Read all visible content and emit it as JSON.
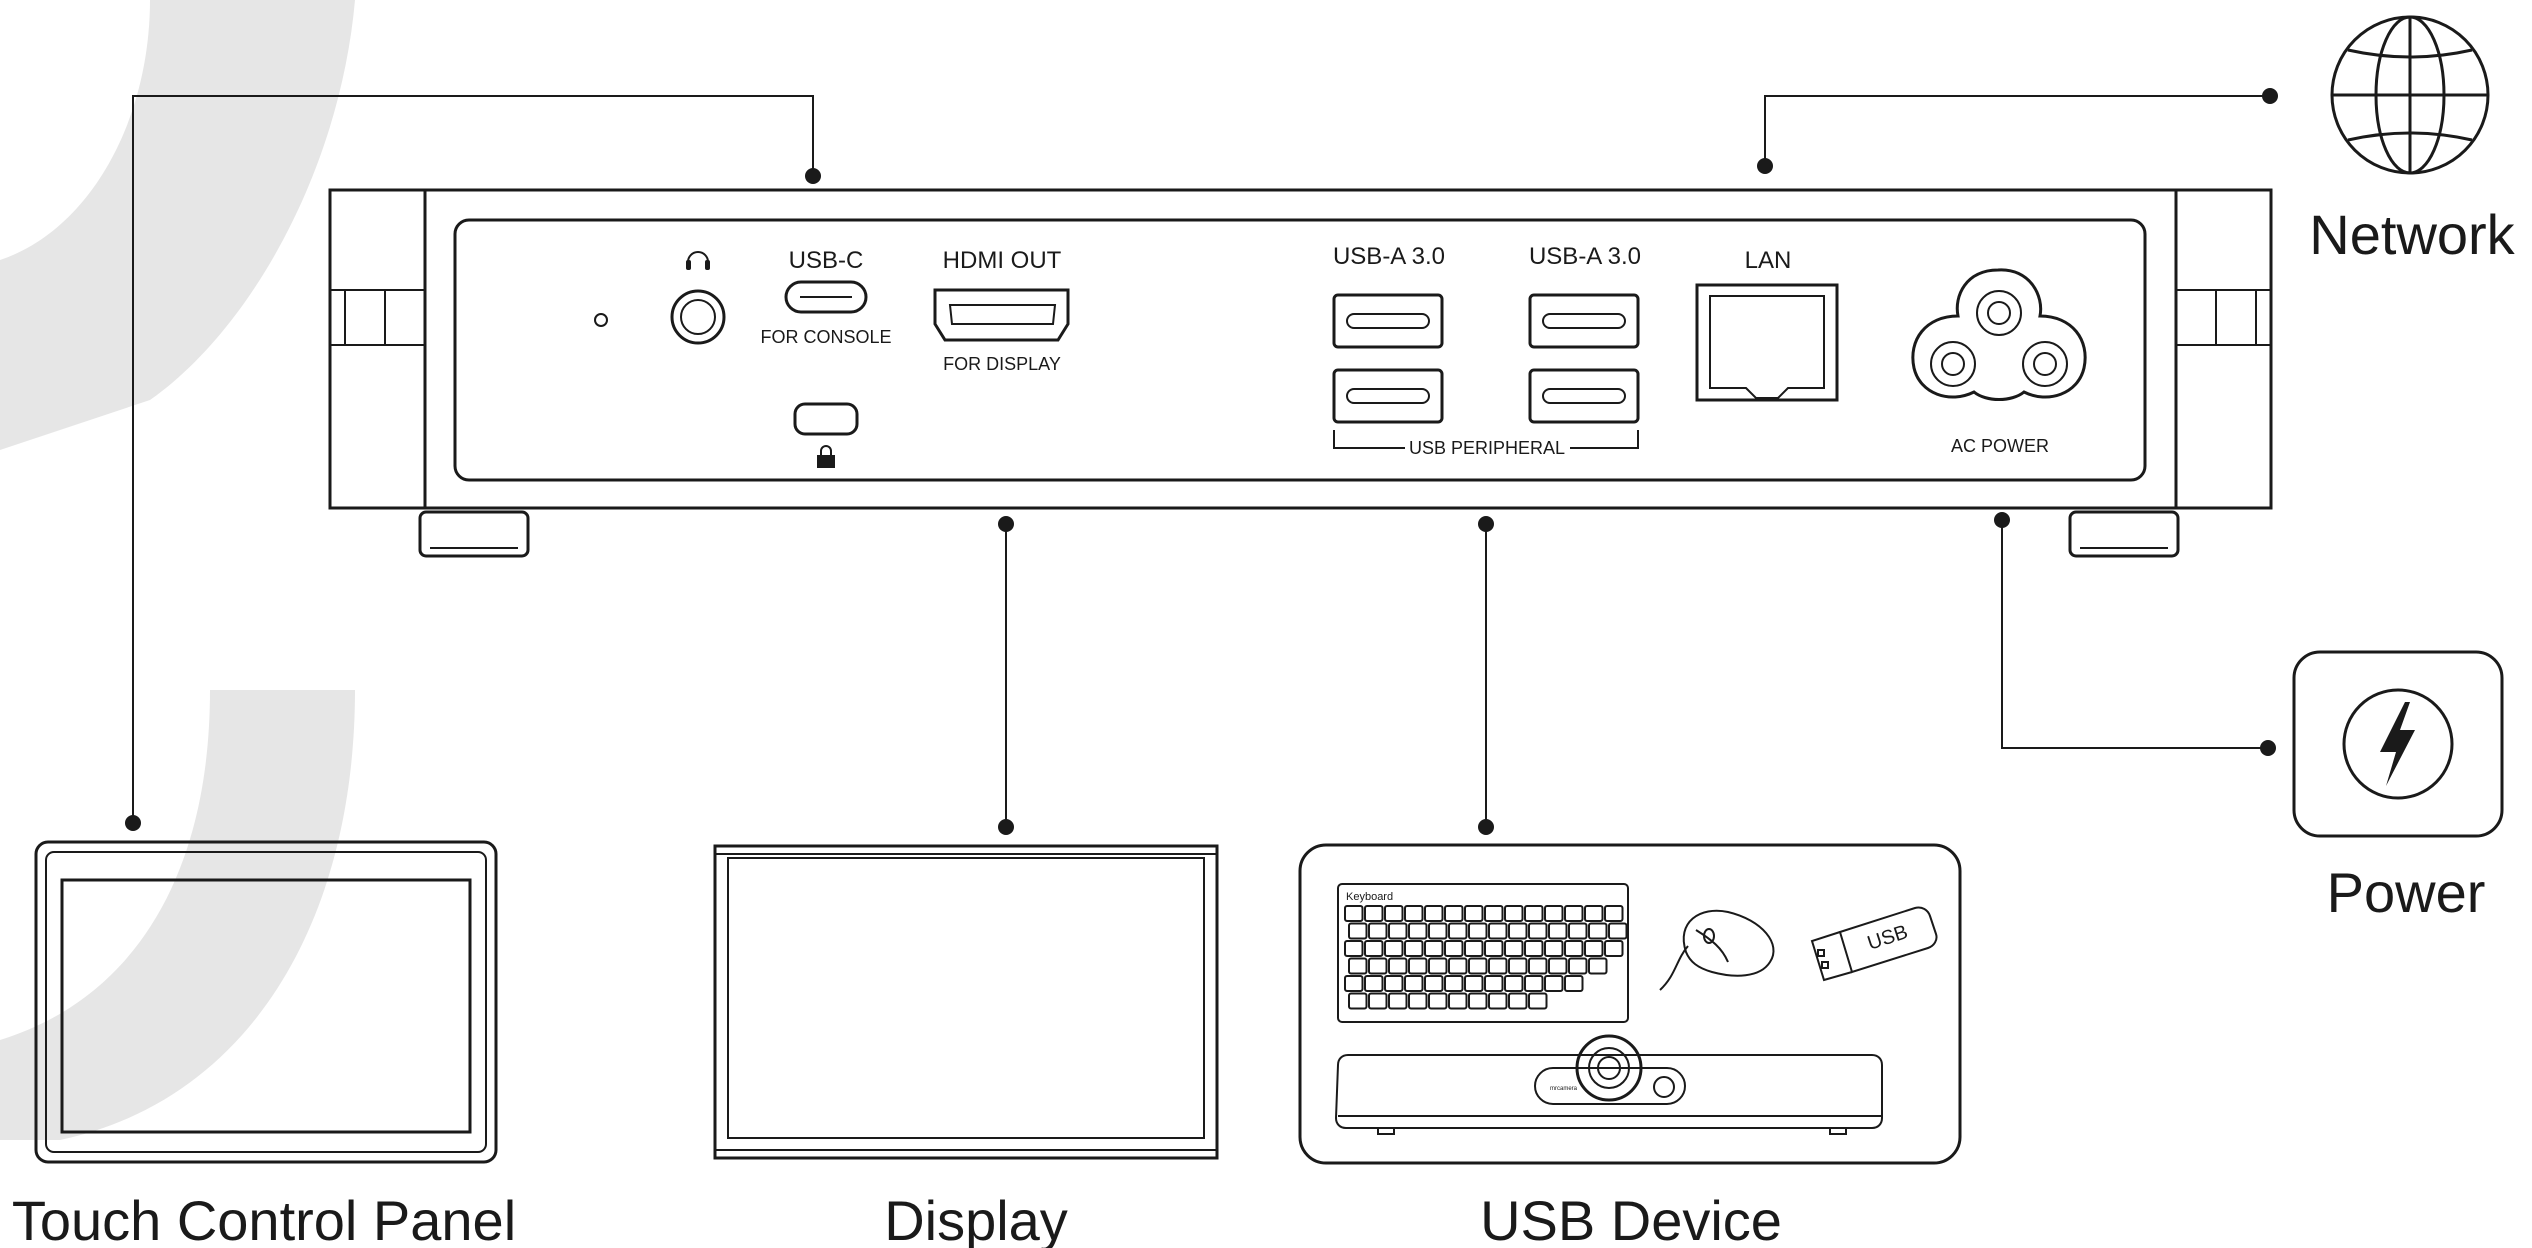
{
  "ports": {
    "usb_c": "USB-C",
    "usb_c_sub": "FOR CONSOLE",
    "hdmi": "HDMI OUT",
    "hdmi_sub": "FOR DISPLAY",
    "usb_a_1": "USB-A 3.0",
    "usb_a_2": "USB-A 3.0",
    "usb_group": "USB PERIPHERAL",
    "lan": "LAN",
    "ac": "AC POWER"
  },
  "devices": {
    "touch_panel": "Touch Control Panel",
    "display": "Display",
    "usb_device": "USB Device",
    "network": "Network",
    "power": "Power"
  },
  "usb_items": {
    "keyboard": "Keyboard",
    "usb_stick": "USB"
  },
  "icons": [
    "headphone-icon",
    "lock-icon",
    "globe-icon",
    "lightning-icon",
    "keyboard-icon",
    "mouse-icon",
    "usb-stick-icon",
    "camera-bar-icon"
  ],
  "colors": {
    "line": "#1a1a1a",
    "background_arc": "#e6e6e6"
  }
}
